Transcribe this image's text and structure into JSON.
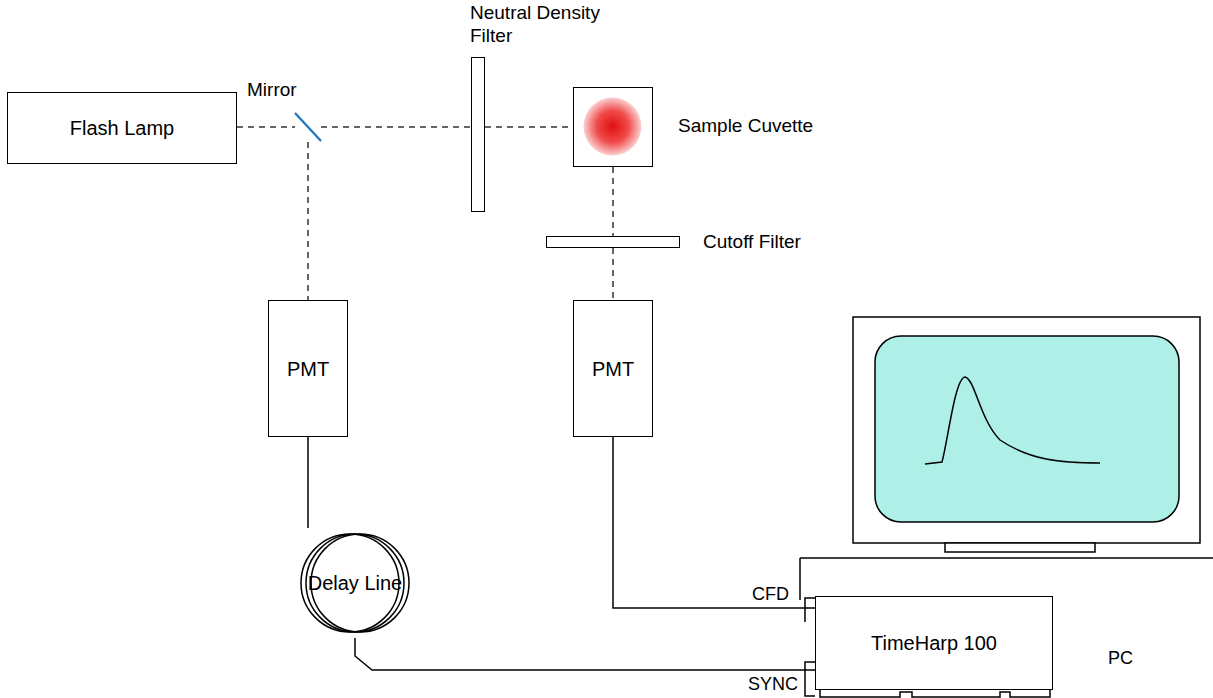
{
  "diagram": {
    "nodes": [
      {
        "text": [
          "Flash Lamp"
        ]
      },
      {
        "text": [
          "Mirror"
        ]
      },
      {
        "text": [
          "Neutral Density Filter"
        ]
      },
      {
        "text": [
          "Sample Cuvette"
        ]
      },
      {
        "text": [
          "Cutoff Filter"
        ]
      },
      {
        "text": [
          "PMT"
        ]
      },
      {
        "text": [
          "PMT"
        ]
      },
      {
        "text": [
          "Delay Line"
        ]
      },
      {
        "text": [
          "TimeHarp 100"
        ]
      }
    ],
    "edges": [
      {
        "from": 0,
        "to": 1,
        "arrow": "none"
      },
      {
        "from": 1,
        "to": 2,
        "arrow": "none"
      },
      {
        "from": 2,
        "to": 3,
        "arrow": "none"
      },
      {
        "from": 1,
        "to": 5,
        "arrow": "none"
      },
      {
        "from": 3,
        "to": 4,
        "arrow": "none"
      },
      {
        "from": 4,
        "to": 6,
        "arrow": "none"
      },
      {
        "from": 5,
        "to": 7,
        "arrow": "none"
      },
      {
        "from": 7,
        "to": 8,
        "arrow": "none"
      },
      {
        "from": 6,
        "to": 8,
        "arrow": "none"
      }
    ],
    "labels": [
      "CFD",
      "SYNC",
      "PC"
    ]
  }
}
